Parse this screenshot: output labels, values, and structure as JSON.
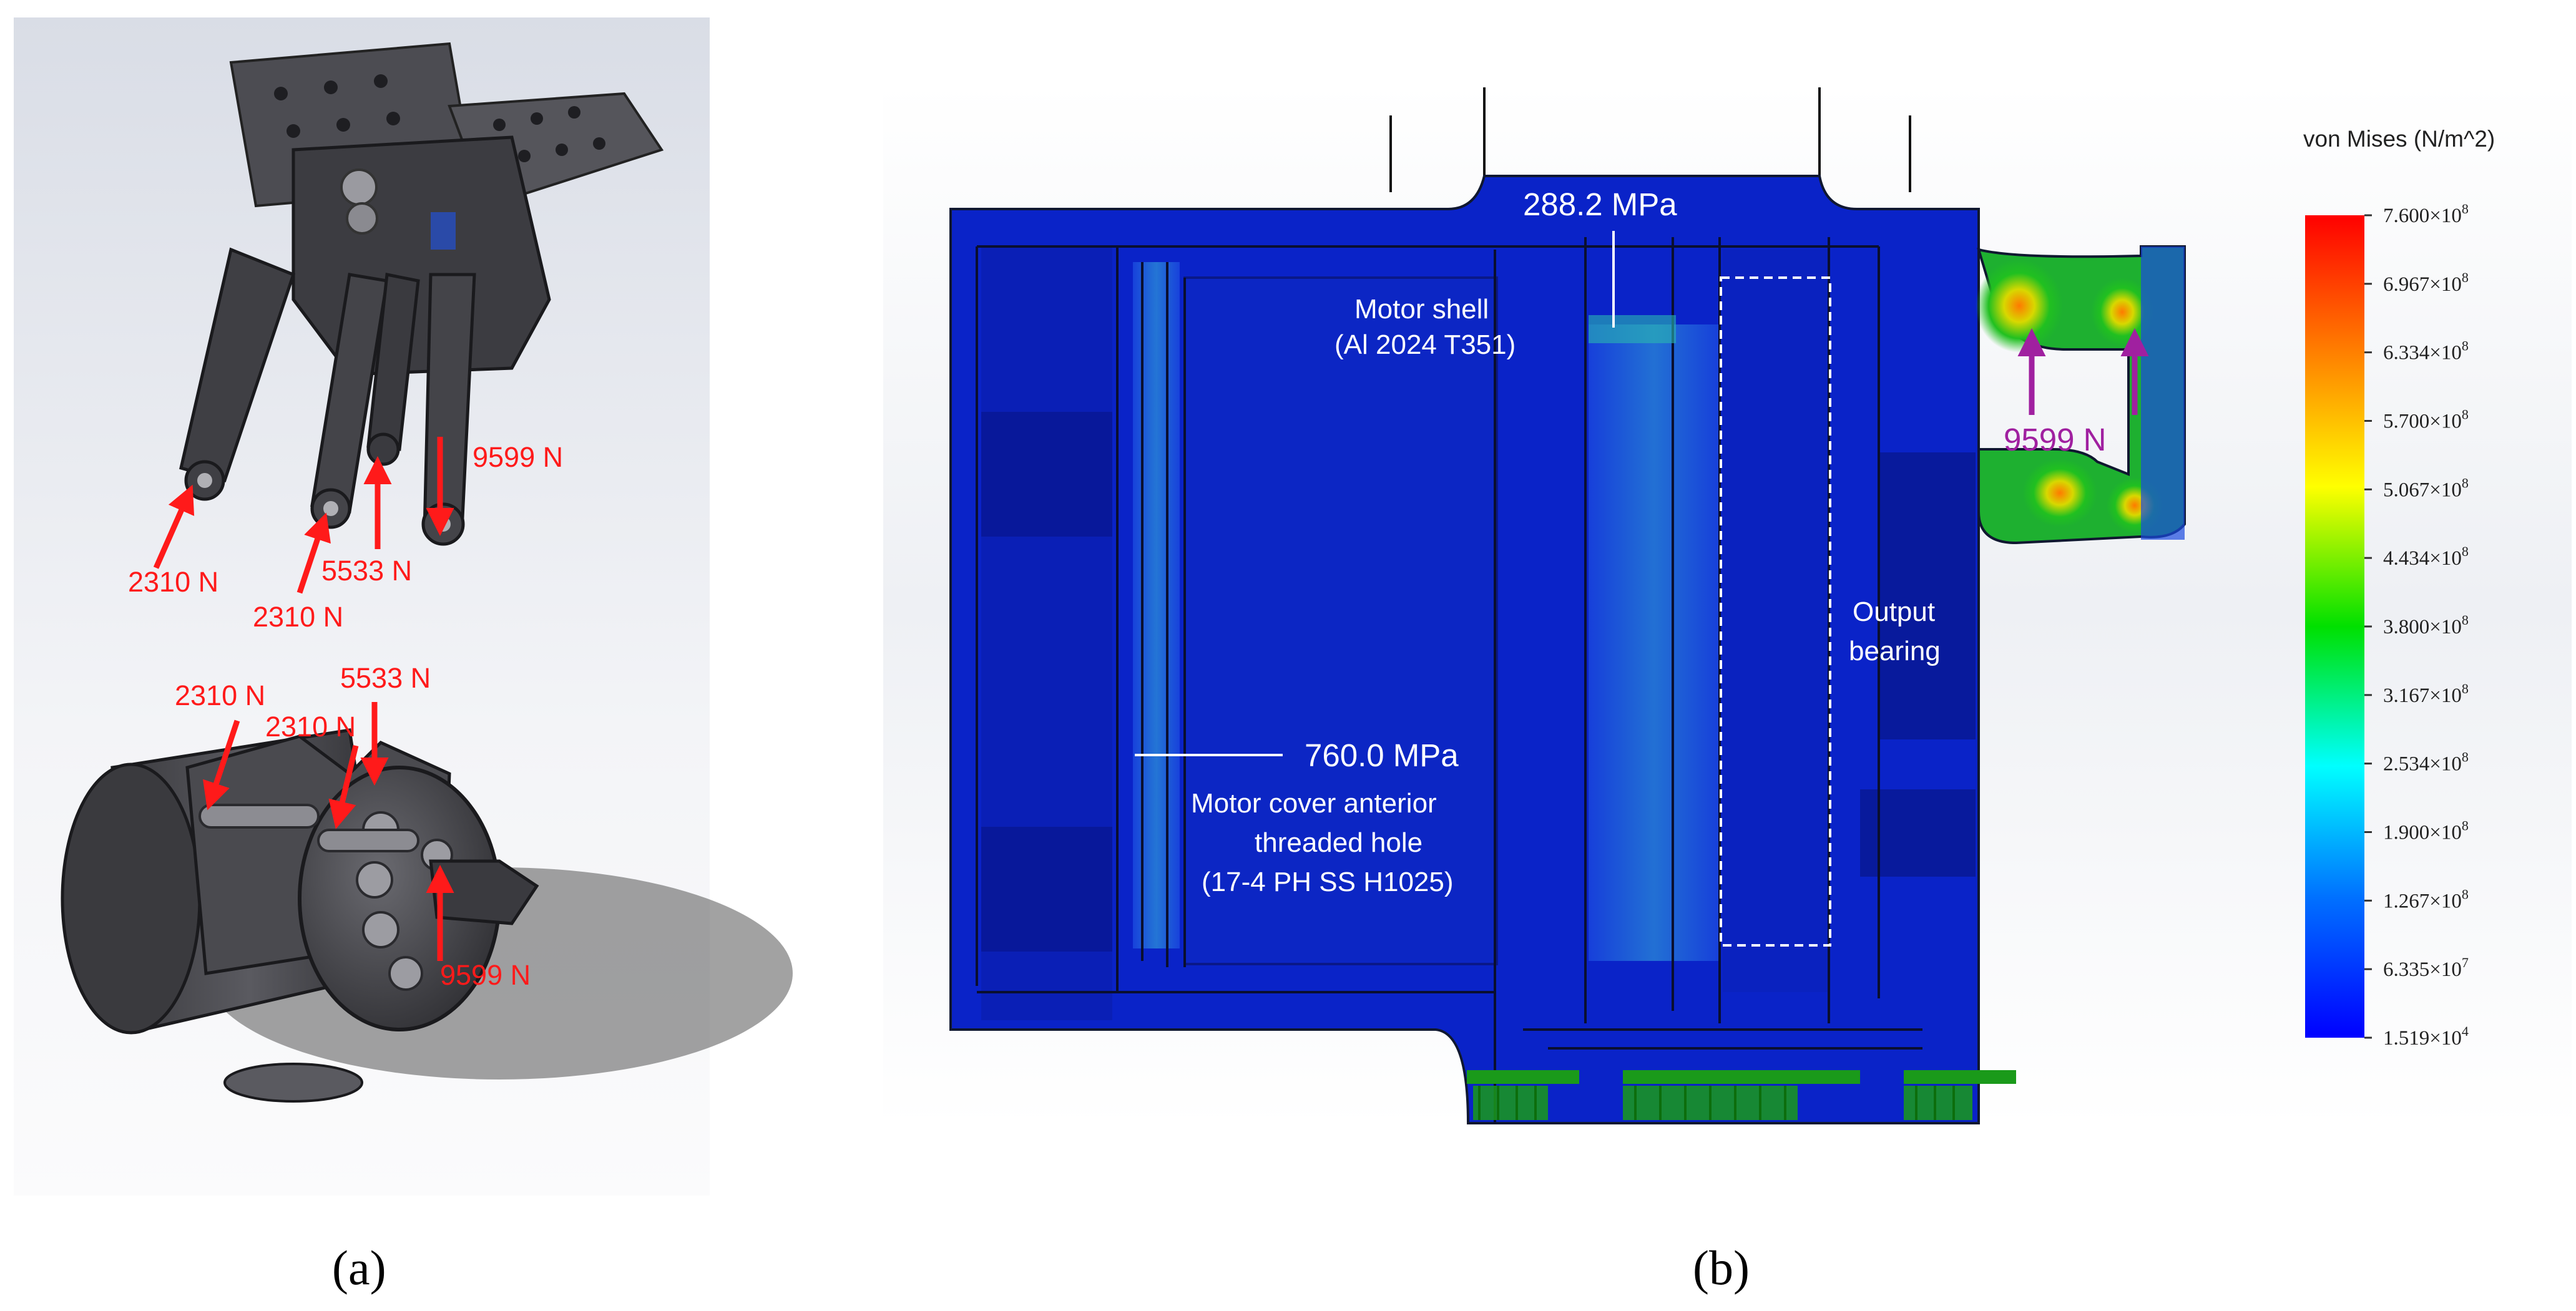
{
  "panel_a": {
    "caption": "(a)",
    "upper_forces": [
      "2310 N",
      "2310 N",
      "5533 N",
      "9599 N"
    ],
    "lower_forces": [
      "2310 N",
      "2310 N",
      "5533 N",
      "9599 N"
    ]
  },
  "panel_b": {
    "caption": "(b)",
    "peak_shell": "288.2 MPa",
    "shell_name": "Motor shell",
    "shell_material": "(Al 2024 T351)",
    "peak_cover": "760.0 MPa",
    "cover_line1": "Motor cover anterior",
    "cover_line2": "threaded hole",
    "cover_material": "(17-4 PH SS H1025)",
    "bearing_line1": "Output",
    "bearing_line2": "bearing",
    "load": "9599 N"
  },
  "legend": {
    "title": "von Mises (N/m^2)",
    "ticks": [
      {
        "mant": "7.600",
        "exp": "8"
      },
      {
        "mant": "6.967",
        "exp": "8"
      },
      {
        "mant": "6.334",
        "exp": "8"
      },
      {
        "mant": "5.700",
        "exp": "8"
      },
      {
        "mant": "5.067",
        "exp": "8"
      },
      {
        "mant": "4.434",
        "exp": "8"
      },
      {
        "mant": "3.800",
        "exp": "8"
      },
      {
        "mant": "3.167",
        "exp": "8"
      },
      {
        "mant": "2.534",
        "exp": "8"
      },
      {
        "mant": "1.900",
        "exp": "8"
      },
      {
        "mant": "1.267",
        "exp": "8"
      },
      {
        "mant": "6.335",
        "exp": "7"
      },
      {
        "mant": "1.519",
        "exp": "4"
      }
    ]
  },
  "colors": {
    "force_arrow": "#ff1a1a",
    "load_arrow": "#a020a0",
    "fea_base": "#0a23c8",
    "part_gray": "#4a4a4e"
  }
}
